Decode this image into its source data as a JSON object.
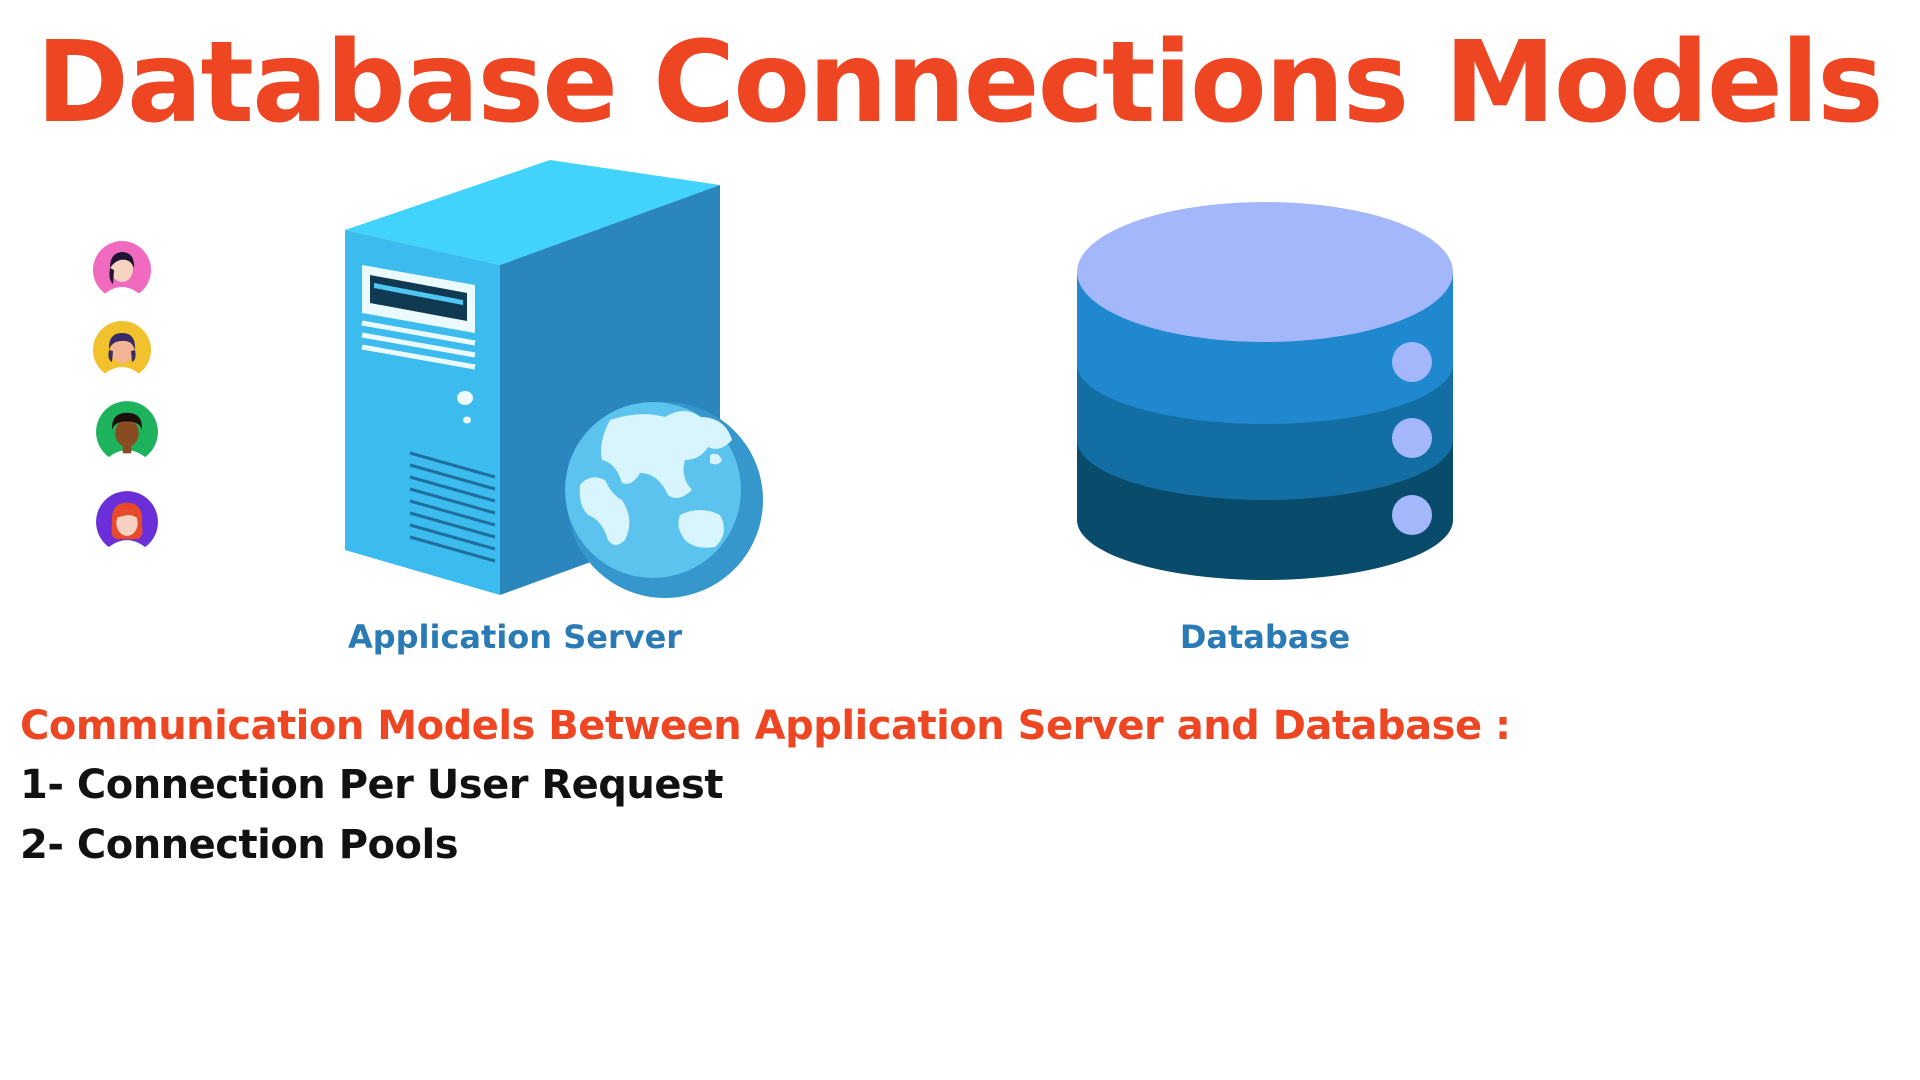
{
  "title": "Database Connections Models",
  "diagram": {
    "users": [
      {
        "icon": "woman-avatar-icon",
        "color": "#f06bc0"
      },
      {
        "icon": "woman-avatar-icon",
        "color": "#f2c12e"
      },
      {
        "icon": "man-avatar-icon",
        "color": "#1db35c"
      },
      {
        "icon": "woman-avatar-icon",
        "color": "#6a2fd8"
      }
    ],
    "server": {
      "label": "Application Server",
      "icon": "server-globe-icon"
    },
    "database": {
      "label": "Database",
      "icon": "database-cylinder-icon"
    }
  },
  "section_heading": "Communication Models Between Application Server and Database :",
  "models": [
    "1- Connection Per User Request",
    "2- Connection Pools"
  ],
  "colors": {
    "accent": "#ee4623",
    "label_blue": "#2a7bb5",
    "text": "#111111"
  }
}
